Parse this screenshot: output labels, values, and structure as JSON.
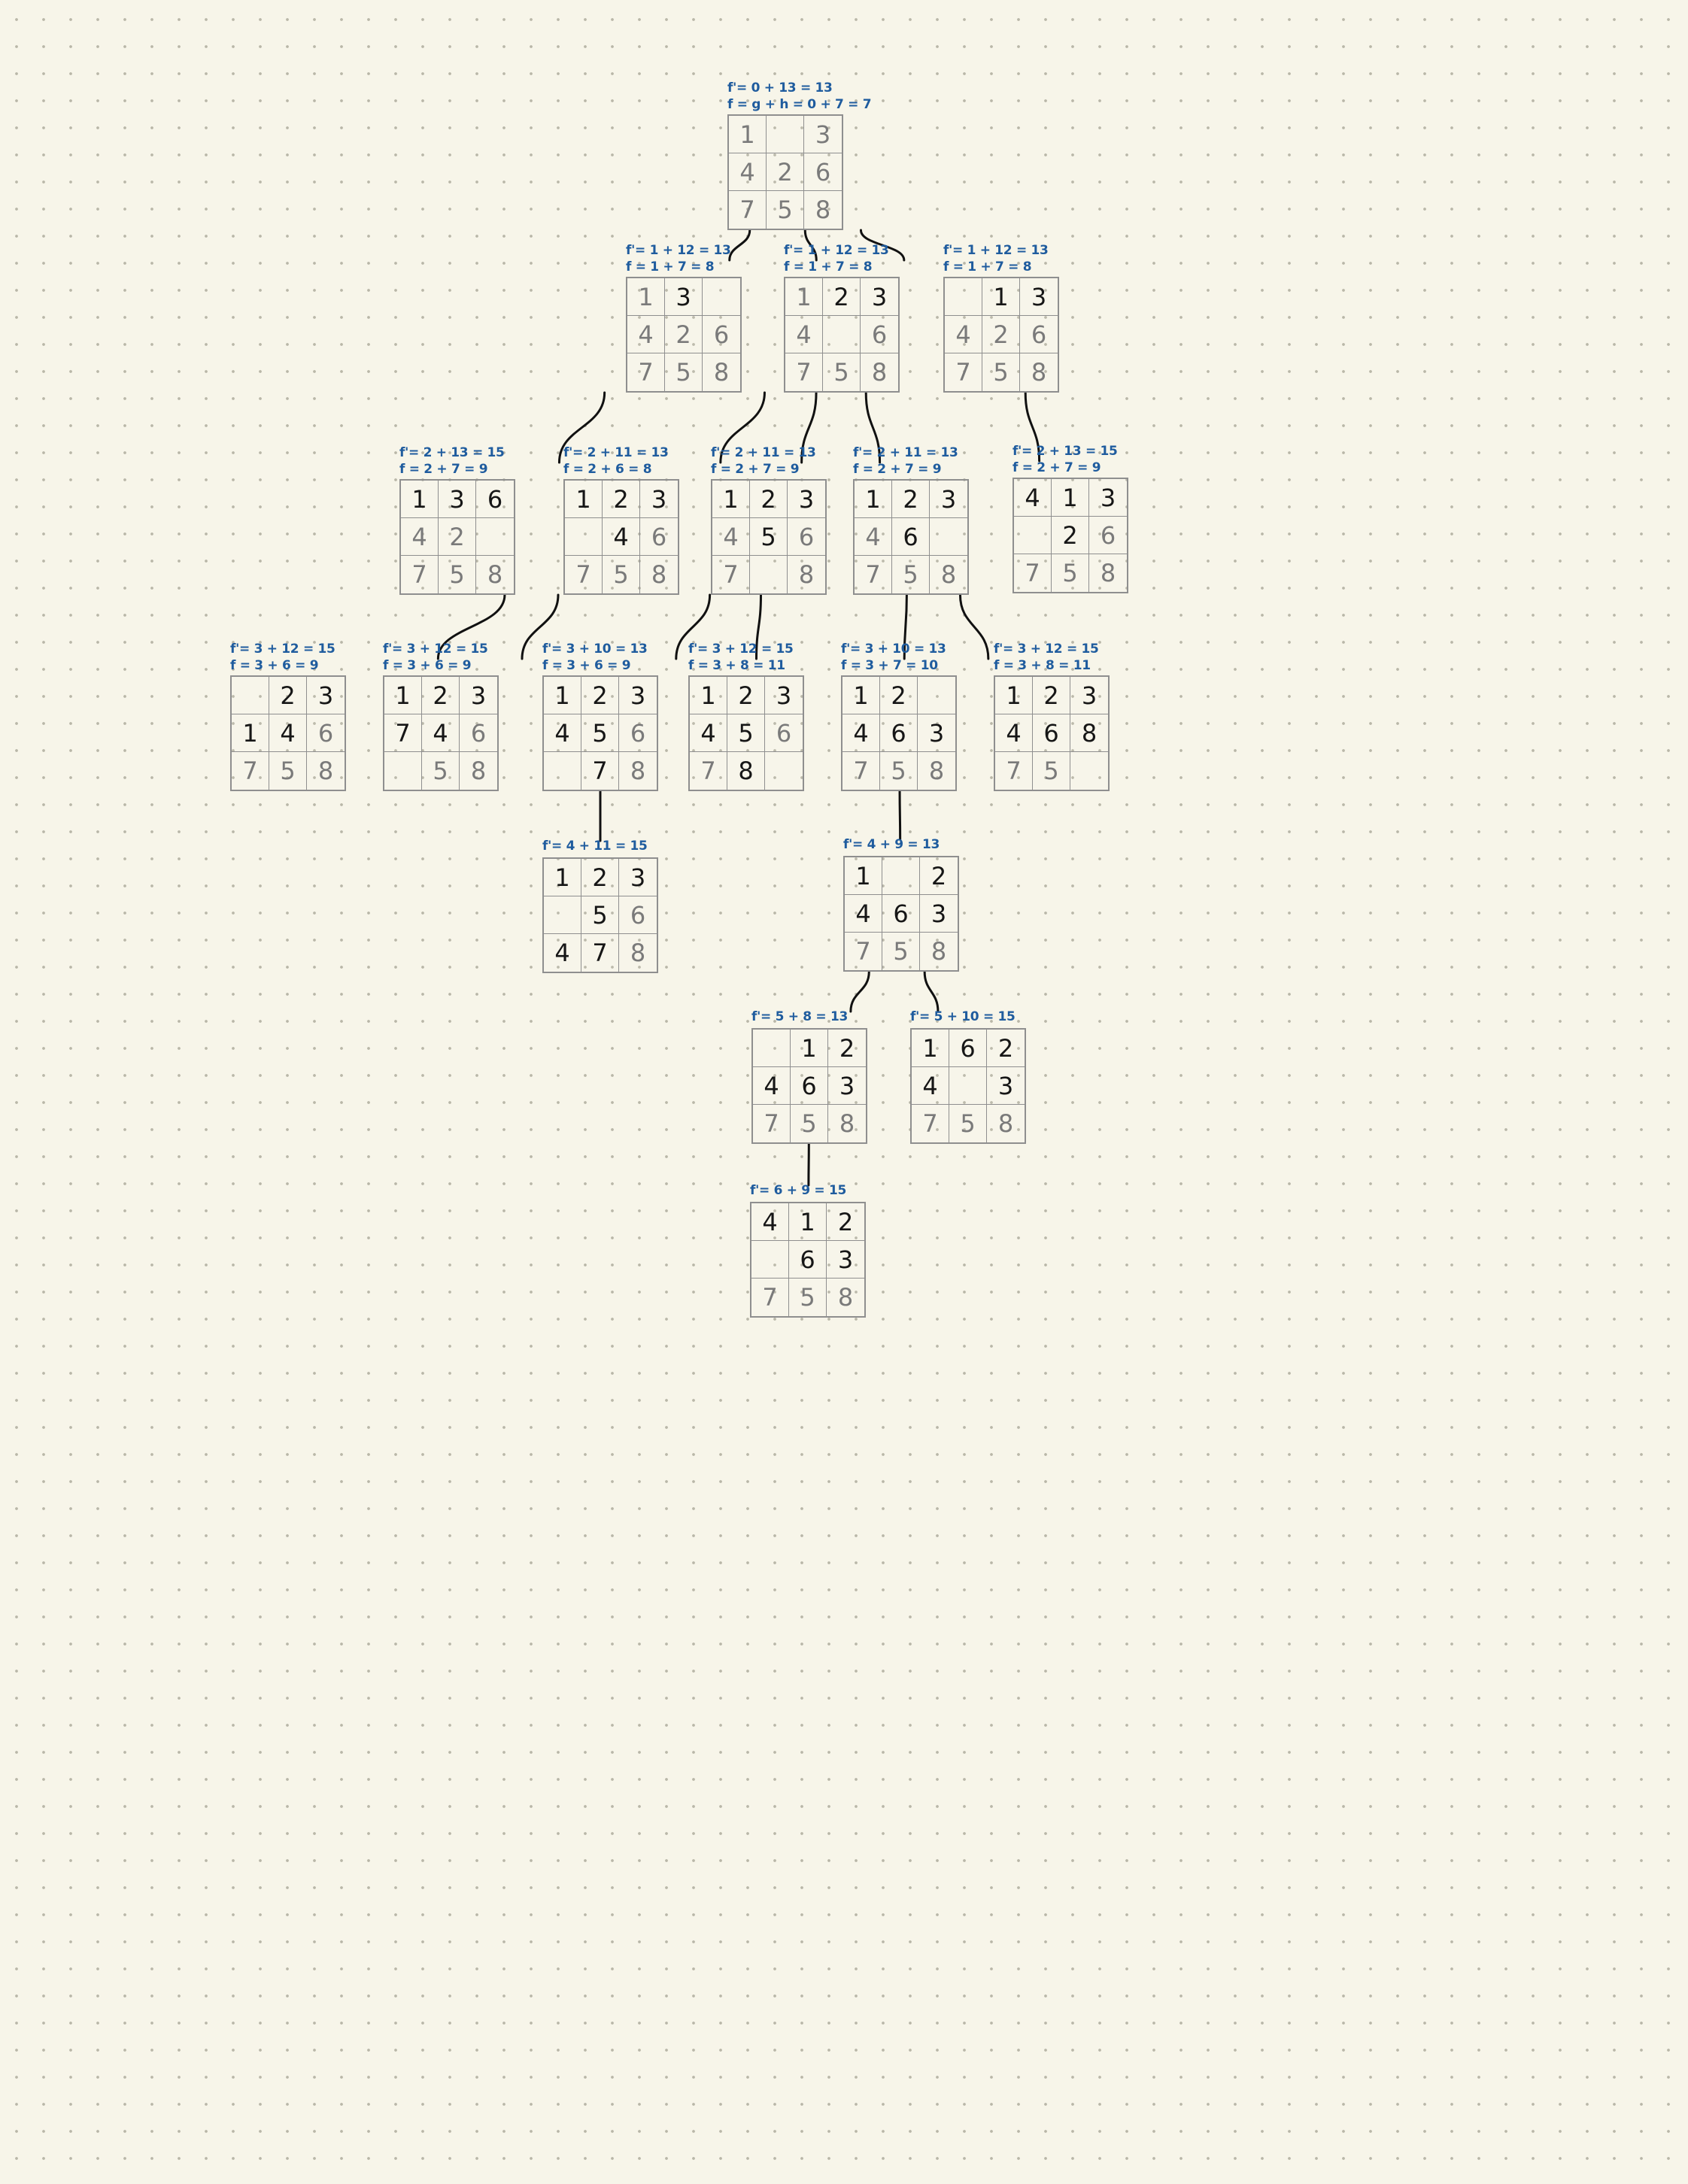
{
  "nodes": [
    {
      "id": "n0",
      "ann": [
        "f'= 0 + 13 = 13",
        "f = g + h = 0 + 7 = 7"
      ],
      "cells": [
        "1",
        "",
        "3",
        "4",
        "2",
        "6",
        "7",
        "5",
        "8"
      ]
    },
    {
      "id": "n1",
      "ann": [
        "f'= 1 + 12 = 13",
        "f = 1 + 7 = 8"
      ],
      "cells": [
        "1",
        "3",
        "",
        "4",
        "2",
        "6",
        "7",
        "5",
        "8"
      ]
    },
    {
      "id": "n2",
      "ann": [
        "f'= 1 + 12 = 13",
        "f = 1 + 7 = 8"
      ],
      "cells": [
        "1",
        "2",
        "3",
        "4",
        "",
        "6",
        "7",
        "5",
        "8"
      ]
    },
    {
      "id": "n3",
      "ann": [
        "f'= 1 + 12 = 13",
        "f = 1 + 7 = 8"
      ],
      "cells": [
        "",
        "1",
        "3",
        "4",
        "2",
        "6",
        "7",
        "5",
        "8"
      ]
    },
    {
      "id": "n4",
      "ann": [
        "f'= 2 + 13 = 15",
        "f = 2 + 7 = 9"
      ],
      "cells": [
        "1",
        "3",
        "6",
        "4",
        "2",
        "",
        "7",
        "5",
        "8"
      ]
    },
    {
      "id": "n5",
      "ann": [
        "f'= 2 + 11 = 13",
        "f = 2 + 6 = 8"
      ],
      "cells": [
        "1",
        "2",
        "3",
        "",
        "4",
        "6",
        "7",
        "5",
        "8"
      ]
    },
    {
      "id": "n6",
      "ann": [
        "f'= 2 + 11 = 13",
        "f = 2 + 7 = 9"
      ],
      "cells": [
        "1",
        "2",
        "3",
        "4",
        "5",
        "6",
        "7",
        "",
        "8"
      ]
    },
    {
      "id": "n7",
      "ann": [
        "f'= 2 + 11 = 13",
        "f = 2 + 7 = 9"
      ],
      "cells": [
        "1",
        "2",
        "3",
        "4",
        "6",
        "",
        "7",
        "5",
        "8"
      ]
    },
    {
      "id": "n8",
      "ann": [
        "f'= 2 + 13 = 15",
        "f = 2 + 7 = 9"
      ],
      "cells": [
        "4",
        "1",
        "3",
        "",
        "2",
        "6",
        "7",
        "5",
        "8"
      ]
    },
    {
      "id": "n9",
      "ann": [
        "f'= 3 + 12 = 15",
        "f = 3 + 6 = 9"
      ],
      "cells": [
        "",
        "2",
        "3",
        "1",
        "4",
        "6",
        "7",
        "5",
        "8"
      ]
    },
    {
      "id": "n10",
      "ann": [
        "f'= 3 + 12 = 15",
        "f = 3 + 6 = 9"
      ],
      "cells": [
        "1",
        "2",
        "3",
        "7",
        "4",
        "6",
        "",
        "5",
        "8"
      ]
    },
    {
      "id": "n11",
      "ann": [
        "f'= 3 + 10 = 13",
        "f = 3 + 6 = 9"
      ],
      "cells": [
        "1",
        "2",
        "3",
        "4",
        "5",
        "6",
        "",
        "7",
        "8"
      ]
    },
    {
      "id": "n12",
      "ann": [
        "f'= 3 + 12 = 15",
        "f = 3 + 8 = 11"
      ],
      "cells": [
        "1",
        "2",
        "3",
        "4",
        "5",
        "6",
        "7",
        "8",
        ""
      ]
    },
    {
      "id": "n13",
      "ann": [
        "f'= 3 + 10 = 13",
        "f = 3 + 7 = 10"
      ],
      "cells": [
        "1",
        "2",
        "",
        "4",
        "6",
        "3",
        "7",
        "5",
        "8"
      ]
    },
    {
      "id": "n14",
      "ann": [
        "f'= 3 + 12 = 15",
        "f = 3 + 8 = 11"
      ],
      "cells": [
        "1",
        "2",
        "3",
        "4",
        "6",
        "8",
        "7",
        "5",
        ""
      ]
    },
    {
      "id": "n15",
      "ann": [
        "f'= 4 + 11 = 15"
      ],
      "cells": [
        "1",
        "2",
        "3",
        "",
        "5",
        "6",
        "4",
        "7",
        "8"
      ]
    },
    {
      "id": "n16",
      "ann": [
        "f'= 4 + 9 = 13"
      ],
      "cells": [
        "1",
        "",
        "2",
        "4",
        "6",
        "3",
        "7",
        "5",
        "8"
      ]
    },
    {
      "id": "n17",
      "ann": [
        "f'= 5 + 8 = 13"
      ],
      "cells": [
        "",
        "1",
        "2",
        "4",
        "6",
        "3",
        "7",
        "5",
        "8"
      ]
    },
    {
      "id": "n18",
      "ann": [
        "f'= 5 + 10 = 15"
      ],
      "cells": [
        "1",
        "6",
        "2",
        "4",
        "",
        "3",
        "7",
        "5",
        "8"
      ]
    },
    {
      "id": "n19",
      "ann": [
        "f'= 6 + 9 = 15"
      ],
      "cells": [
        "4",
        "1",
        "2",
        "",
        "6",
        "3",
        "7",
        "5",
        "8"
      ]
    }
  ],
  "edges": [
    [
      "n0",
      "n1"
    ],
    [
      "n0",
      "n2"
    ],
    [
      "n0",
      "n3"
    ],
    [
      "n1",
      "n4"
    ],
    [
      "n2",
      "n5"
    ],
    [
      "n2",
      "n6"
    ],
    [
      "n2",
      "n7"
    ],
    [
      "n3",
      "n8"
    ],
    [
      "n5",
      "n9"
    ],
    [
      "n5",
      "n10"
    ],
    [
      "n6",
      "n11"
    ],
    [
      "n6",
      "n12"
    ],
    [
      "n7",
      "n13"
    ],
    [
      "n7",
      "n14"
    ],
    [
      "n11",
      "n15"
    ],
    [
      "n13",
      "n16"
    ],
    [
      "n16",
      "n17"
    ],
    [
      "n16",
      "n18"
    ],
    [
      "n17",
      "n19"
    ]
  ],
  "colors": {
    "annotation": "#1f5c9e",
    "grid_line": "#8f8f8f",
    "edge": "#111111",
    "dark_digit": "#161616",
    "light_digit": "#7a7a7a",
    "background": "#f7f5e9"
  }
}
